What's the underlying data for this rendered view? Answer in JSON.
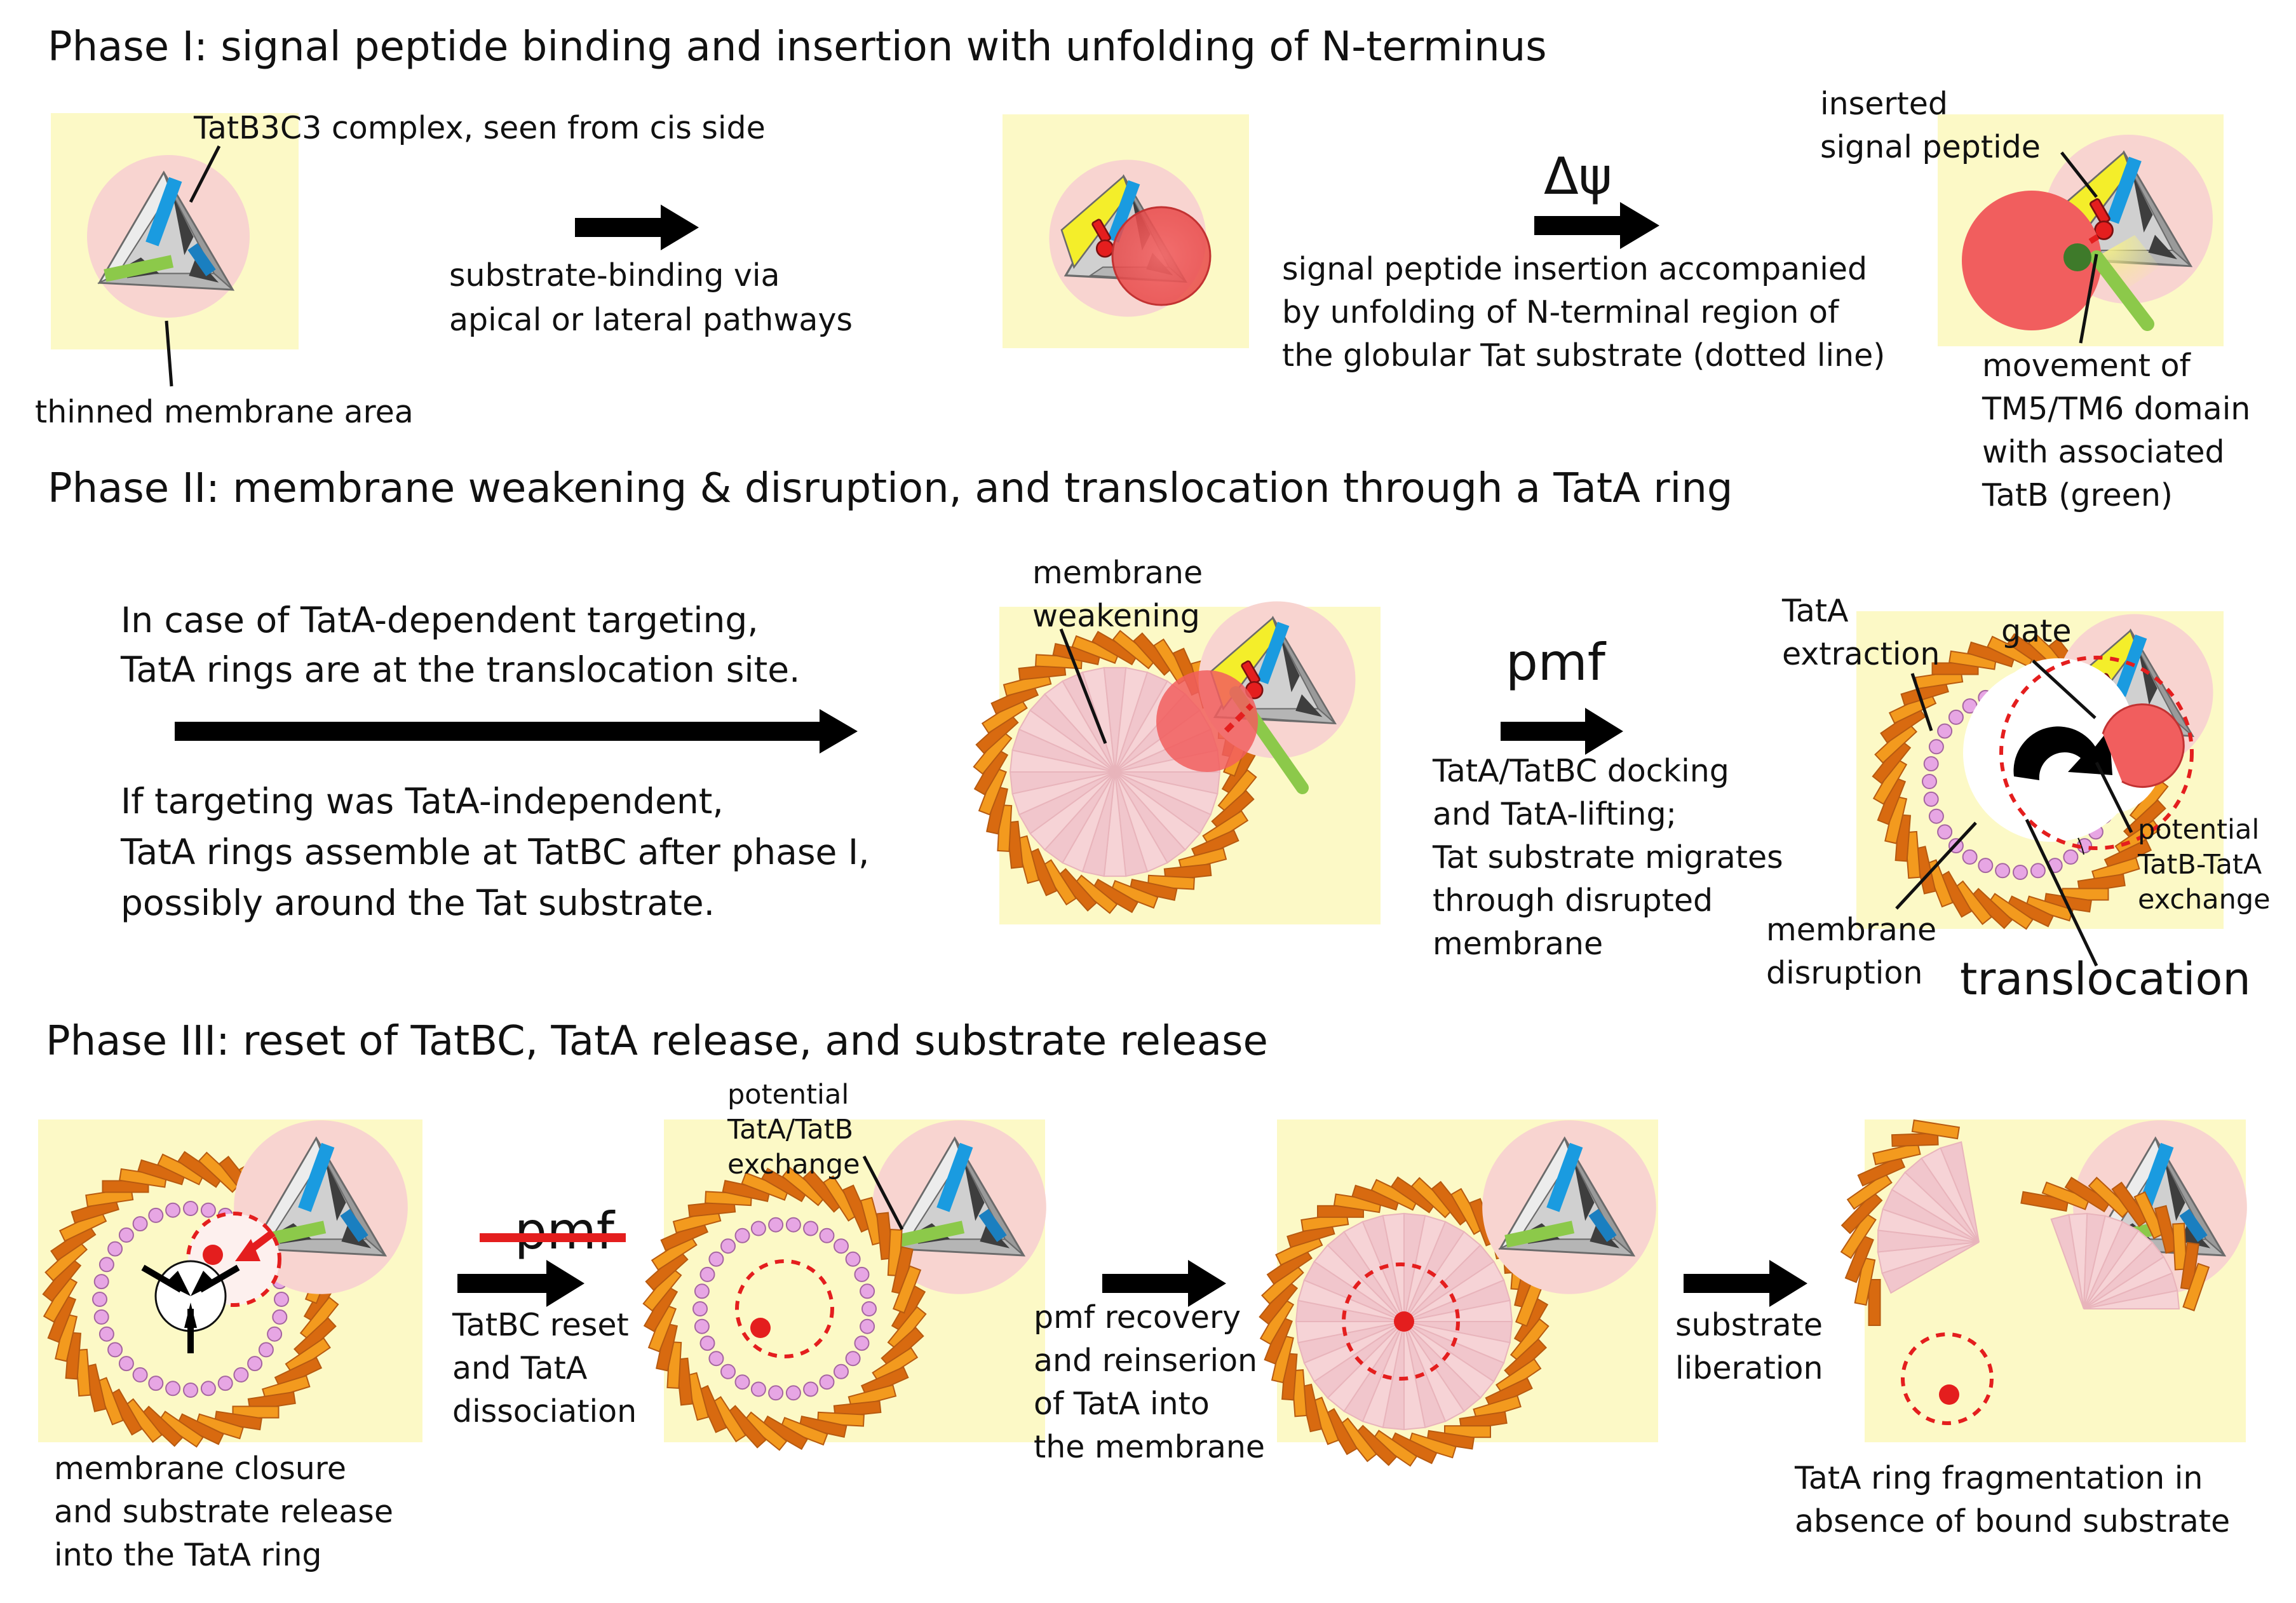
{
  "colors": {
    "panel": "#fcf9c6",
    "halo": "#f8d4d0",
    "tatC_gray": "#c9c9c9",
    "tatC_dark": "#4a4a4a",
    "tatB_blue": "#1a9be0",
    "tatB_green": "#8cc94a",
    "tm_yellow": "#f4ee2a",
    "signal_red": "#e41e1e",
    "substrate": "#f06060",
    "tatA_orange": "#f39a1e",
    "tatA_dark": "#d86a10",
    "ring_dot": "#e7a6e4",
    "pmf_strike": "#e41e1e"
  },
  "phase1": {
    "title": "Phase I: signal peptide binding and insertion with unfolding of N-terminus",
    "complex_label": "TatB3C3 complex, seen from cis side",
    "membrane_label": "thinned membrane area",
    "binding_lines": [
      "substrate-binding via",
      "apical or lateral pathways"
    ],
    "delta_psi": "Δψ",
    "insertion_lines": [
      "signal peptide insertion accompanied",
      "by unfolding of N-terminal region of",
      "the globular Tat substrate (dotted line)"
    ],
    "inserted_lines": [
      "inserted",
      "signal peptide"
    ],
    "movement_lines": [
      "movement of",
      "TM5/TM6 domain",
      "with associated",
      "TatB (green)"
    ]
  },
  "phase2": {
    "title": "Phase II: membrane weakening & disruption, and translocation through a TatA ring",
    "dependent_lines": [
      "In case of TatA-dependent targeting,",
      "TatA rings are at the translocation site."
    ],
    "independent_lines": [
      "If targeting was TatA-independent,",
      "TatA rings assemble at TatBC after phase I,",
      "possibly around the Tat substrate."
    ],
    "weakening_lines": [
      "membrane",
      "weakening"
    ],
    "pmf": "pmf",
    "docking_lines": [
      "TatA/TatBC docking",
      "and TatA-lifting;",
      "Tat substrate migrates",
      "through disrupted",
      "membrane"
    ],
    "extraction_lines": [
      "TatA",
      "extraction"
    ],
    "gate": "gate",
    "exchange_lines": [
      "potential",
      "TatB-TatA",
      "exchange"
    ],
    "disruption_lines": [
      "membrane",
      "disruption"
    ],
    "translocation": "translocation"
  },
  "phase3": {
    "title": "Phase III: reset of TatBC, TatA release, and substrate release",
    "closure_lines": [
      "membrane closure",
      "and substrate release",
      "into the TatA ring"
    ],
    "pmf_struck": "pmf",
    "reset_lines": [
      "TatBC reset",
      "and TatA",
      "dissociation"
    ],
    "tatab_exchange_lines": [
      "potential",
      "TatA/TatB",
      "exchange"
    ],
    "recovery_lines": [
      "pmf recovery",
      "and reinserion",
      "of TatA into",
      "the membrane"
    ],
    "liberation_lines": [
      "substrate",
      "liberation"
    ],
    "fragmentation_lines": [
      "TatA ring fragmentation in",
      "absence of bound substrate"
    ]
  }
}
